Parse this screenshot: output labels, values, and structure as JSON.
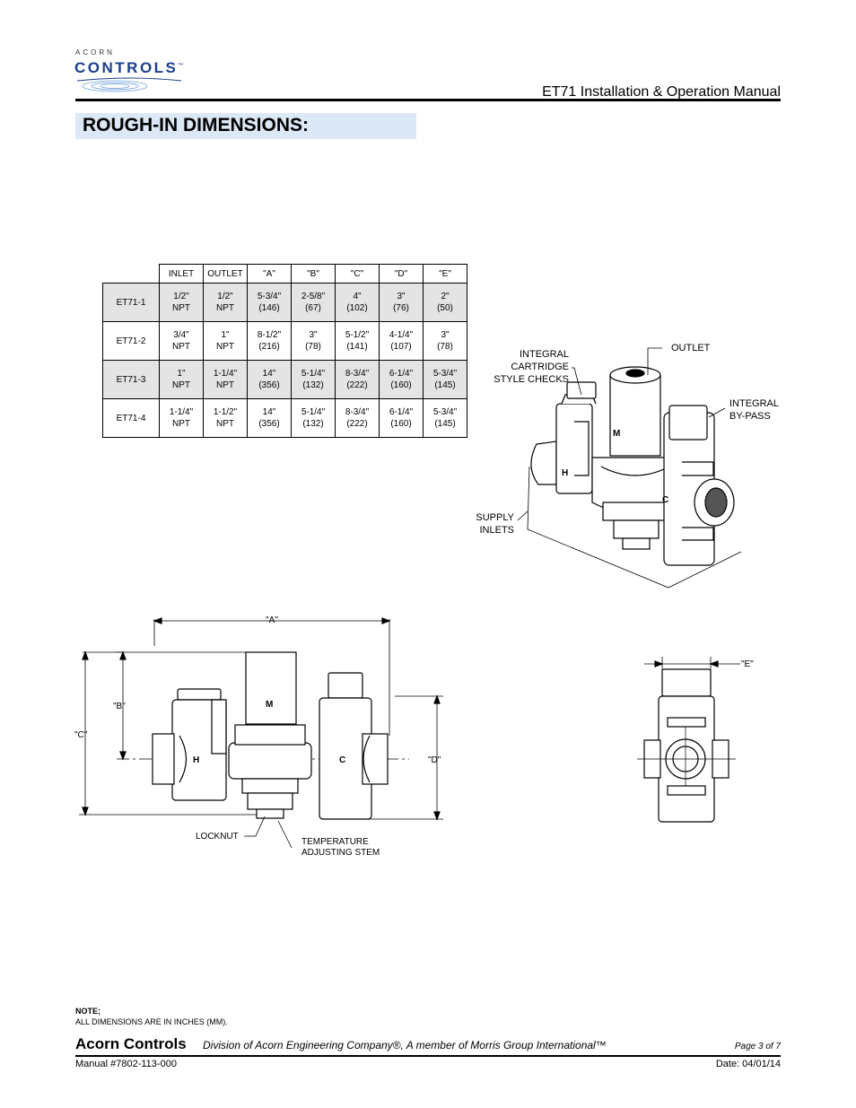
{
  "logo": {
    "top": "ACORN",
    "main": "CONTROLS",
    "tm": "™"
  },
  "header": {
    "manual_title": "ET71 Installation & Operation Manual"
  },
  "section": {
    "title": "ROUGH-IN DIMENSIONS:"
  },
  "table": {
    "headers": [
      "INLET",
      "OUTLET",
      "\"A\"",
      "\"B\"",
      "\"C\"",
      "\"D\"",
      "\"E\""
    ],
    "rows": [
      {
        "model": "ET71-1",
        "cells": [
          [
            "1/2\"",
            "NPT"
          ],
          [
            "1/2\"",
            "NPT"
          ],
          [
            "5-3/4\"",
            "(146)"
          ],
          [
            "2-5/8\"",
            "(67)"
          ],
          [
            "4\"",
            "(102)"
          ],
          [
            "3\"",
            "(76)"
          ],
          [
            "2\"",
            "(50)"
          ]
        ]
      },
      {
        "model": "ET71-2",
        "cells": [
          [
            "3/4\"",
            "NPT"
          ],
          [
            "1\"",
            "NPT"
          ],
          [
            "8-1/2\"",
            "(216)"
          ],
          [
            "3\"",
            "(78)"
          ],
          [
            "5-1/2\"",
            "(141)"
          ],
          [
            "4-1/4\"",
            "(107)"
          ],
          [
            "3\"",
            "(78)"
          ]
        ]
      },
      {
        "model": "ET71-3",
        "cells": [
          [
            "1\"",
            "NPT"
          ],
          [
            "1-1/4\"",
            "NPT"
          ],
          [
            "14\"",
            "(356)"
          ],
          [
            "5-1/4\"",
            "(132)"
          ],
          [
            "8-3/4\"",
            "(222)"
          ],
          [
            "6-1/4\"",
            "(160)"
          ],
          [
            "5-3/4\"",
            "(145)"
          ]
        ]
      },
      {
        "model": "ET71-4",
        "cells": [
          [
            "1-1/4\"",
            "NPT"
          ],
          [
            "1-1/2\"",
            "NPT"
          ],
          [
            "14\"",
            "(356)"
          ],
          [
            "5-1/4\"",
            "(132)"
          ],
          [
            "8-3/4\"",
            "(222)"
          ],
          [
            "6-1/4\"",
            "(160)"
          ],
          [
            "5-3/4\"",
            "(145)"
          ]
        ]
      }
    ]
  },
  "iso_labels": {
    "outlet": "OUTLET",
    "checks_1": "INTEGRAL",
    "checks_2": "CARTRIDGE",
    "checks_3": "STYLE CHECKS",
    "bypass_1": "INTEGRAL",
    "bypass_2": "BY-PASS",
    "supply_1": "SUPPLY",
    "supply_2": "INLETS",
    "letter_h": "H",
    "letter_c": "C",
    "letter_m": "M"
  },
  "front_labels": {
    "dim_a": "\"A\"",
    "dim_b": "\"B\"",
    "dim_c": "\"C\"",
    "dim_d": "\"D\"",
    "locknut": "LOCKNUT",
    "stem_1": "TEMPERATURE",
    "stem_2": "ADJUSTING STEM",
    "letter_h": "H",
    "letter_c": "C",
    "letter_m": "M"
  },
  "side_labels": {
    "dim_e": "\"E\""
  },
  "footer": {
    "note_head": "NOTE;",
    "note_text": "ALL DIMENSIONS ARE IN INCHES (MM).",
    "company": "Acorn Controls",
    "division": "Division of Acorn Engineering Company®, A member of Morris Group International™",
    "page": "Page 3 of 7",
    "manual_num": "Manual #7802-113-000",
    "date": "Date: 04/01/14"
  }
}
